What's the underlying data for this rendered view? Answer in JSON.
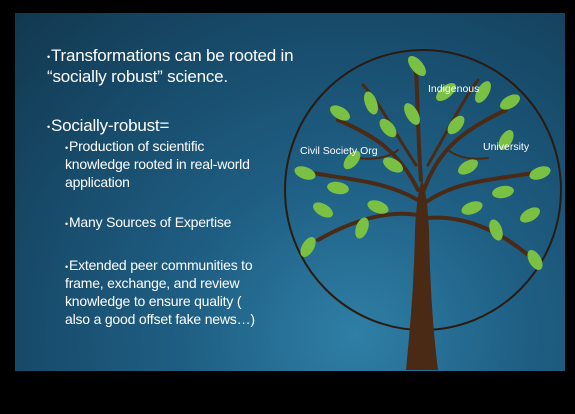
{
  "slide": {
    "bullets": {
      "b1": "Transformations can be rooted in",
      "b1_line2": "“socially robust” science.",
      "b2": "Socially-robust=",
      "s1_l1": "Production of scientific",
      "s1_l2": "knowledge rooted in real-world",
      "s1_l3": "application",
      "s2": "Many Sources of Expertise",
      "s3_l1": "Extended peer communities to",
      "s3_l2": "frame, exchange, and review",
      "s3_l3": "knowledge to ensure quality (",
      "s3_l4": "also a good offset fake news…)"
    },
    "tree": {
      "labels": {
        "indigenous": "Indigenous",
        "civil_society": "Civil Society Org",
        "university": "University"
      },
      "colors": {
        "trunk": "#4a2a14",
        "leaf": "#7ac143",
        "leaf_dark": "#5da332",
        "circle": "#2b1a10"
      }
    },
    "colors": {
      "background": "#1f5f84",
      "frame": "#000000",
      "text": "#ffffff"
    }
  }
}
